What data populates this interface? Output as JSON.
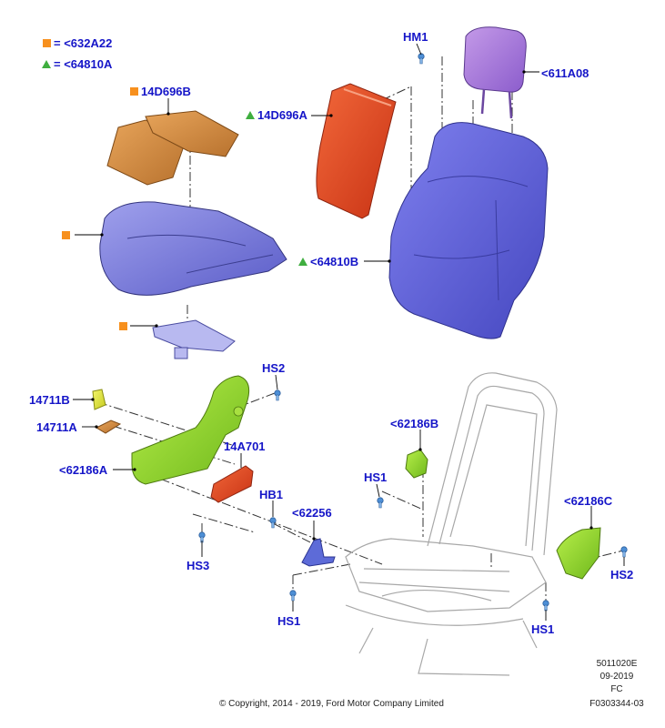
{
  "legend": {
    "square_label": "= <632A22",
    "triangle_label": "= <64810A"
  },
  "callouts": {
    "hm1": "HM1",
    "c611a08": "<611A08",
    "c14d696a": "14D696A",
    "c14d696b": "14D696B",
    "c64810b": "<64810B",
    "hs2_top": "HS2",
    "c14711b": "14711B",
    "c14711a": "14711A",
    "c62186a": "<62186A",
    "c14a701": "14A701",
    "hb1": "HB1",
    "c62256": "<62256",
    "hs3": "HS3",
    "hs1_bottom": "HS1",
    "c62186b": "<62186B",
    "hs1_mid": "HS1",
    "c62186c": "<62186C",
    "hs2_right": "HS2",
    "hs1_right": "HS1"
  },
  "footer": {
    "copyright": "© Copyright, 2014 - 2019, Ford Motor Company Limited",
    "code": "5011020E",
    "date": "09-2019",
    "fc": "FC",
    "ref": "F0303344-03"
  },
  "colors": {
    "callout_blue": "#1515c8",
    "square_marker": "#f7901e",
    "triangle_marker": "#3fae3f",
    "foam": "#6d6fd4",
    "heater_pad": "#cd8a3e",
    "back_pad": "#e24a1e",
    "headrest": "#a070d6",
    "trim_green": "#8ed62a",
    "motor_red": "#e8442a"
  },
  "icons": [
    "square-marker-icon",
    "triangle-marker-icon",
    "screw-icon"
  ]
}
